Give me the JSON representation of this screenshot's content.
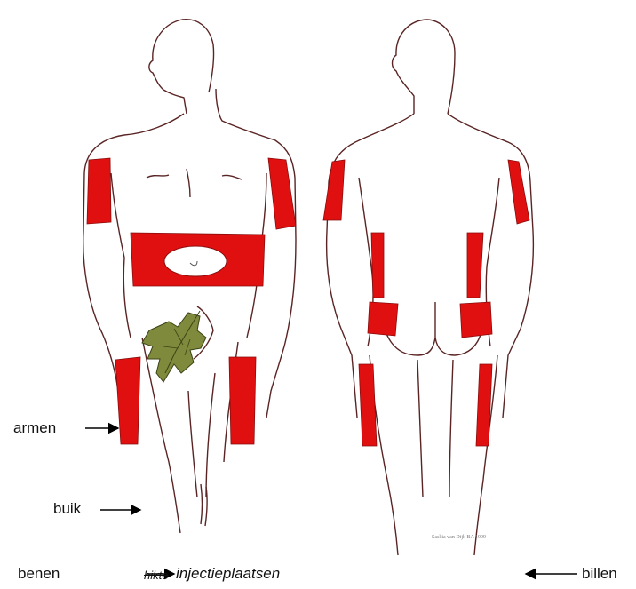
{
  "labels": {
    "armen": "armen",
    "buik": "buik",
    "benen": "benen",
    "billen": "billen",
    "struck": "hikte",
    "title": "injectieplaatsen"
  },
  "signature": "Saskia van Dijk BA 1999",
  "colors": {
    "zone": "#e01010",
    "outline": "#5a2424",
    "leaf": "#7f8a3c",
    "leaf_dark": "#3d4416"
  },
  "figures": [
    "front-view",
    "back-view"
  ],
  "icons": [
    "arrow-right-icon",
    "arrow-left-icon",
    "fig-leaf-icon"
  ]
}
